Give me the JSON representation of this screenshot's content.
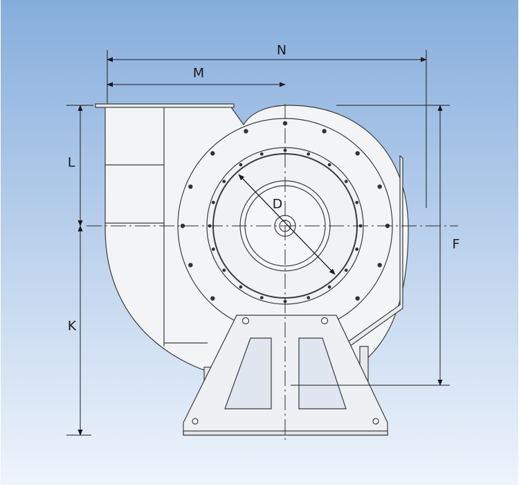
{
  "diagram": {
    "labels": {
      "n": "N",
      "m": "M",
      "l": "L",
      "k": "K",
      "d": "D",
      "f": "F"
    },
    "colors": {
      "background_top": "#86aedc",
      "background_bottom": "#eef4fc",
      "body_fill": "#f3f4f6",
      "line": "#3a3a3a",
      "bolt": "#333333"
    }
  }
}
